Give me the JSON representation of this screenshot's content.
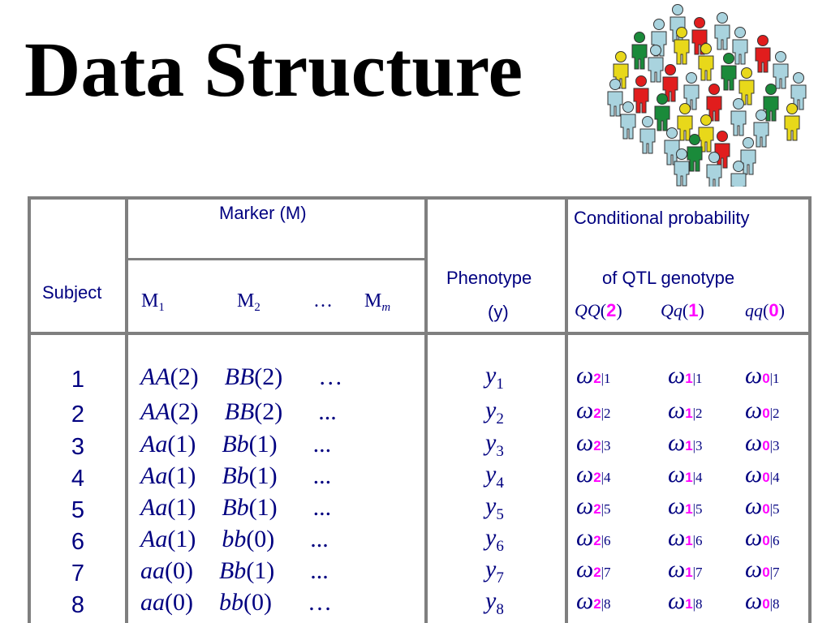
{
  "title": "Data Structure",
  "header": {
    "subject": "Subject",
    "marker": "Marker (M)",
    "m1": "M",
    "m1_sub": "1",
    "m2": "M",
    "m2_sub": "2",
    "mdots": "…",
    "mm": "M",
    "mm_sub": "m",
    "phenotype_line1": "Phenotype",
    "phenotype_line2": "(y)",
    "cond_line1": "Conditional probability",
    "cond_line2": "of QTL genotype",
    "qtl": [
      {
        "geno": "QQ",
        "code": "2"
      },
      {
        "geno": "Qq",
        "code": "1"
      },
      {
        "geno": "qq",
        "code": "0"
      }
    ]
  },
  "rows": [
    {
      "id": "1",
      "g1": "AA",
      "v1": "(2)",
      "g2": "BB",
      "v2": "(2)",
      "dots": "…",
      "y": "y",
      "ys": "1"
    },
    {
      "id": "2",
      "g1": "AA",
      "v1": "(2)",
      "g2": "BB",
      "v2": "(2)",
      "dots": "...",
      "y": "y",
      "ys": "2"
    },
    {
      "id": "3",
      "g1": "Aa",
      "v1": "(1)",
      "g2": "Bb",
      "v2": "(1)",
      "dots": "...",
      "y": "y",
      "ys": "3"
    },
    {
      "id": "4",
      "g1": "Aa",
      "v1": "(1)",
      "g2": "Bb",
      "v2": "(1)",
      "dots": "...",
      "y": "y",
      "ys": "4"
    },
    {
      "id": "5",
      "g1": "Aa",
      "v1": "(1)",
      "g2": "Bb",
      "v2": "(1)",
      "dots": "...",
      "y": "y",
      "ys": "5"
    },
    {
      "id": "6",
      "g1": "Aa",
      "v1": "(1)",
      "g2": "bb",
      "v2": "(0)",
      "dots": "...",
      "y": "y",
      "ys": "6"
    },
    {
      "id": "7",
      "g1": "aa",
      "v1": "(0)",
      "g2": "Bb",
      "v2": "(1)",
      "dots": "...",
      "y": "y",
      "ys": "7"
    },
    {
      "id": "8",
      "g1": "aa",
      "v1": "(0)",
      "g2": "bb",
      "v2": "(0)",
      "dots": "…",
      "y": "y",
      "ys": "8"
    }
  ],
  "omega": "ω",
  "omega_codes": [
    "2",
    "1",
    "0"
  ],
  "colors": {
    "text": "#000080",
    "code": "#ff00ff",
    "grid": "#7f7f7f",
    "people": [
      "#1a8a3a",
      "#e11d1d",
      "#e8d81a",
      "#a9d3de"
    ]
  }
}
